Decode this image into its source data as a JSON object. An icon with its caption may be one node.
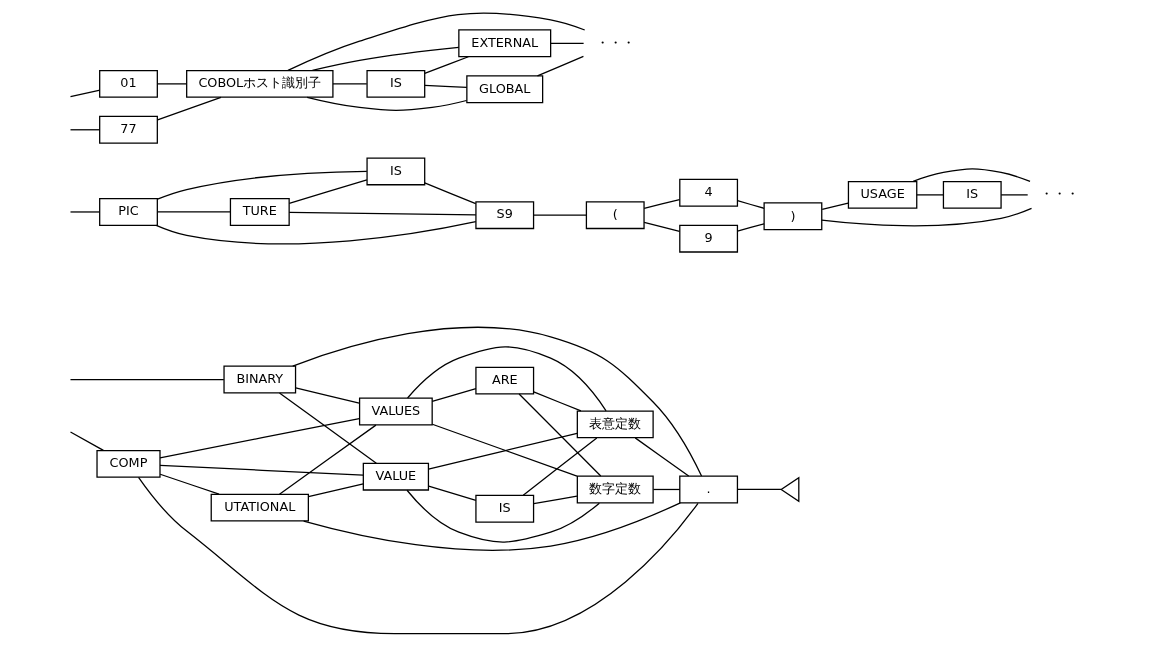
{
  "diagram": {
    "nodes": [
      {
        "text": [
          "01"
        ]
      },
      {
        "text": [
          "77"
        ]
      },
      {
        "text": [
          "COBOLホスト識別子"
        ]
      },
      {
        "text": [
          "IS"
        ]
      },
      {
        "text": [
          "EXTERNAL"
        ]
      },
      {
        "text": [
          "GLOBAL"
        ]
      },
      {
        "text": [
          "・・・"
        ]
      },
      {
        "text": [
          "PIC"
        ]
      },
      {
        "text": [
          "TURE"
        ]
      },
      {
        "text": [
          "IS"
        ]
      },
      {
        "text": [
          "S9"
        ]
      },
      {
        "text": [
          "("
        ]
      },
      {
        "text": [
          "4"
        ]
      },
      {
        "text": [
          "9"
        ]
      },
      {
        "text": [
          ")"
        ]
      },
      {
        "text": [
          "USAGE"
        ]
      },
      {
        "text": [
          "IS"
        ]
      },
      {
        "text": [
          "・・・"
        ]
      },
      {
        "text": [
          "BINARY"
        ]
      },
      {
        "text": [
          "COMP"
        ]
      },
      {
        "text": [
          "UTATIONAL"
        ]
      },
      {
        "text": [
          "VALUE"
        ]
      },
      {
        "text": [
          "IS"
        ]
      },
      {
        "text": [
          "VALUES"
        ]
      },
      {
        "text": [
          "ARE"
        ]
      },
      {
        "text": [
          "数字定数"
        ]
      },
      {
        "text": [
          "表意定数"
        ]
      },
      {
        "text": [
          "."
        ]
      },
      {
        "text": [],
        "shape": "triangle"
      }
    ],
    "edges": [
      {
        "from": null,
        "to": 0,
        "arrow": "none"
      },
      {
        "from": null,
        "to": 1,
        "arrow": "none"
      },
      {
        "from": 0,
        "to": 2,
        "arrow": "none"
      },
      {
        "from": 1,
        "to": 2,
        "arrow": "none"
      },
      {
        "from": 2,
        "to": 3,
        "arrow": "none"
      },
      {
        "from": 2,
        "to": 4,
        "arrow": "none"
      },
      {
        "from": 2,
        "to": 5,
        "arrow": "none"
      },
      {
        "from": 3,
        "to": 4,
        "arrow": "none"
      },
      {
        "from": 3,
        "to": 5,
        "arrow": "none"
      },
      {
        "from": 4,
        "to": 6,
        "arrow": "none"
      },
      {
        "from": 5,
        "to": 6,
        "arrow": "none"
      },
      {
        "from": 2,
        "to": 6,
        "arrow": "none"
      },
      {
        "from": null,
        "to": 7,
        "arrow": "none"
      },
      {
        "from": 7,
        "to": 8,
        "arrow": "none"
      },
      {
        "from": 7,
        "to": 9,
        "arrow": "none"
      },
      {
        "from": 7,
        "to": 10,
        "arrow": "none"
      },
      {
        "from": 8,
        "to": 9,
        "arrow": "none"
      },
      {
        "from": 8,
        "to": 10,
        "arrow": "none"
      },
      {
        "from": 9,
        "to": 10,
        "arrow": "none"
      },
      {
        "from": 10,
        "to": 11,
        "arrow": "none"
      },
      {
        "from": 11,
        "to": 12,
        "arrow": "none"
      },
      {
        "from": 11,
        "to": 13,
        "arrow": "none"
      },
      {
        "from": 12,
        "to": 14,
        "arrow": "none"
      },
      {
        "from": 13,
        "to": 14,
        "arrow": "none"
      },
      {
        "from": 14,
        "to": 15,
        "arrow": "none"
      },
      {
        "from": 14,
        "to": 17,
        "arrow": "none"
      },
      {
        "from": 15,
        "to": 16,
        "arrow": "none"
      },
      {
        "from": 15,
        "to": 17,
        "arrow": "none"
      },
      {
        "from": 16,
        "to": 17,
        "arrow": "none"
      },
      {
        "from": null,
        "to": 18,
        "arrow": "none"
      },
      {
        "from": null,
        "to": 19,
        "arrow": "none"
      },
      {
        "from": 19,
        "to": 20,
        "arrow": "none"
      },
      {
        "from": 18,
        "to": 21,
        "arrow": "none"
      },
      {
        "from": 18,
        "to": 23,
        "arrow": "none"
      },
      {
        "from": 18,
        "to": 27,
        "arrow": "none"
      },
      {
        "from": 19,
        "to": 21,
        "arrow": "none"
      },
      {
        "from": 19,
        "to": 23,
        "arrow": "none"
      },
      {
        "from": 19,
        "to": 27,
        "arrow": "none"
      },
      {
        "from": 20,
        "to": 21,
        "arrow": "none"
      },
      {
        "from": 20,
        "to": 23,
        "arrow": "none"
      },
      {
        "from": 20,
        "to": 27,
        "arrow": "none"
      },
      {
        "from": 21,
        "to": 22,
        "arrow": "none"
      },
      {
        "from": 21,
        "to": 25,
        "arrow": "none"
      },
      {
        "from": 21,
        "to": 26,
        "arrow": "none"
      },
      {
        "from": 22,
        "to": 25,
        "arrow": "none"
      },
      {
        "from": 22,
        "to": 26,
        "arrow": "none"
      },
      {
        "from": 23,
        "to": 24,
        "arrow": "none"
      },
      {
        "from": 23,
        "to": 25,
        "arrow": "none"
      },
      {
        "from": 23,
        "to": 26,
        "arrow": "none"
      },
      {
        "from": 24,
        "to": 25,
        "arrow": "none"
      },
      {
        "from": 24,
        "to": 26,
        "arrow": "none"
      },
      {
        "from": 25,
        "to": 27,
        "arrow": "none"
      },
      {
        "from": 26,
        "to": 27,
        "arrow": "none"
      },
      {
        "from": 27,
        "to": 28,
        "arrow": "none"
      }
    ]
  }
}
